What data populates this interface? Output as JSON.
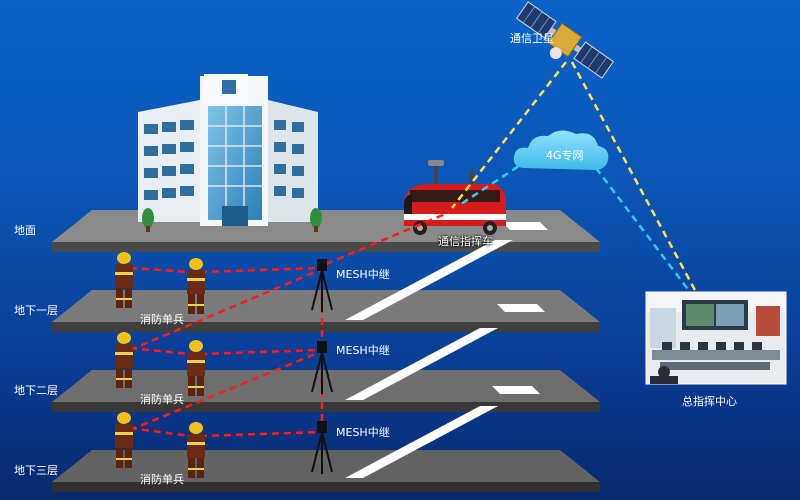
{
  "labels": {
    "satellite": "通信卫星",
    "network": "4G专网",
    "vehicle": "通信指挥车",
    "center": "总指挥中心",
    "mesh": "MESH中继",
    "soldier": "消防单兵"
  },
  "floors": [
    {
      "name": "地面"
    },
    {
      "name": "地下一层"
    },
    {
      "name": "地下二层"
    },
    {
      "name": "地下三层"
    }
  ],
  "colors": {
    "background_top": "#0a63c9",
    "background_bottom": "#072a6e",
    "slab": "#6b6b6b",
    "red_link": "#ff1a1a",
    "yellow_link": "#ffe14a",
    "cyan_link": "#38c8f0",
    "cloud": "#5fd0f5",
    "truck": "#d41c1c"
  },
  "icons": [
    "satellite-icon",
    "cloud-icon",
    "building-icon",
    "truck-icon",
    "tripod-icon",
    "firefighter-icon",
    "command-center-photo"
  ]
}
